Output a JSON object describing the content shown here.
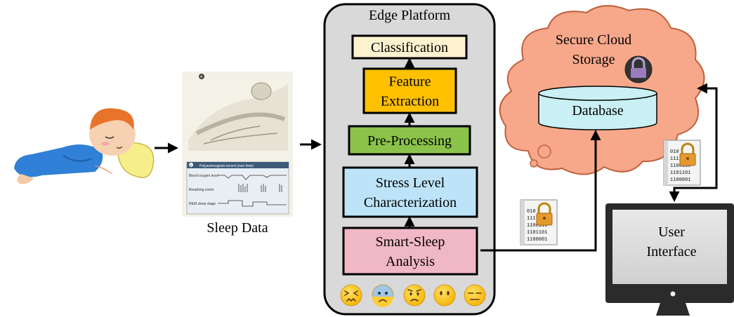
{
  "edge_platform": {
    "title": "Edge Platform",
    "stages": [
      {
        "lines": [
          "Classification"
        ],
        "fill": "#fdf2d0"
      },
      {
        "lines": [
          "Feature",
          "Extraction"
        ],
        "fill": "#ffc000"
      },
      {
        "lines": [
          "Pre-Processing"
        ],
        "fill": "#8bc34a"
      },
      {
        "lines": [
          "Stress Level",
          "Characterization"
        ],
        "fill": "#bde3f8"
      },
      {
        "lines": [
          "Smart-Sleep",
          "Analysis"
        ],
        "fill": "#f0b7c6"
      }
    ],
    "emojis": [
      "confounded-face-icon",
      "anxious-face-icon",
      "sad-face-icon",
      "neutral-face-icon",
      "expressionless-face-icon"
    ]
  },
  "sleep_data": {
    "caption": "Sleep Data",
    "panel_a_marker": "A",
    "panel_b_marker": "B",
    "polysomnogram_title": "Polysomnogram record (over time)",
    "row_labels": [
      "Blood oxygen level",
      "Breathing event",
      "REM sleep stage"
    ]
  },
  "cloud": {
    "title_line1": "Secure Cloud",
    "title_line2": "Storage",
    "database_label": "Database",
    "fill": "#f7a88b"
  },
  "user_interface": {
    "line1": "User",
    "line2": "Interface"
  },
  "encrypted_packet": {
    "bits": [
      "010",
      "111",
      "1100110",
      "1101101",
      "1100001"
    ]
  },
  "colors": {
    "platform_bg": "#d9d9d9",
    "database_fill": "#c9f0f5",
    "arrow": "#000000"
  }
}
